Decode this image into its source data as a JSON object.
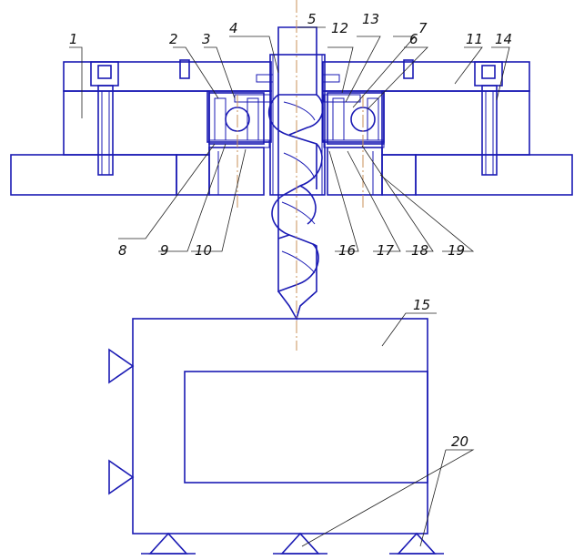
{
  "drawing": {
    "callouts": {
      "c1": "1",
      "c2": "2",
      "c3": "3",
      "c4": "4",
      "c5": "5",
      "c6": "6",
      "c7": "7",
      "c8": "8",
      "c9": "9",
      "c10": "10",
      "c11": "11",
      "c12": "12",
      "c13": "13",
      "c14": "14",
      "c15": "15",
      "c16": "16",
      "c17": "17",
      "c18": "18",
      "c19": "19",
      "c20": "20"
    },
    "colors": {
      "line": "#1a1ab4",
      "axis": "#c8905a",
      "text": "#111111",
      "background": "#ffffff"
    }
  }
}
